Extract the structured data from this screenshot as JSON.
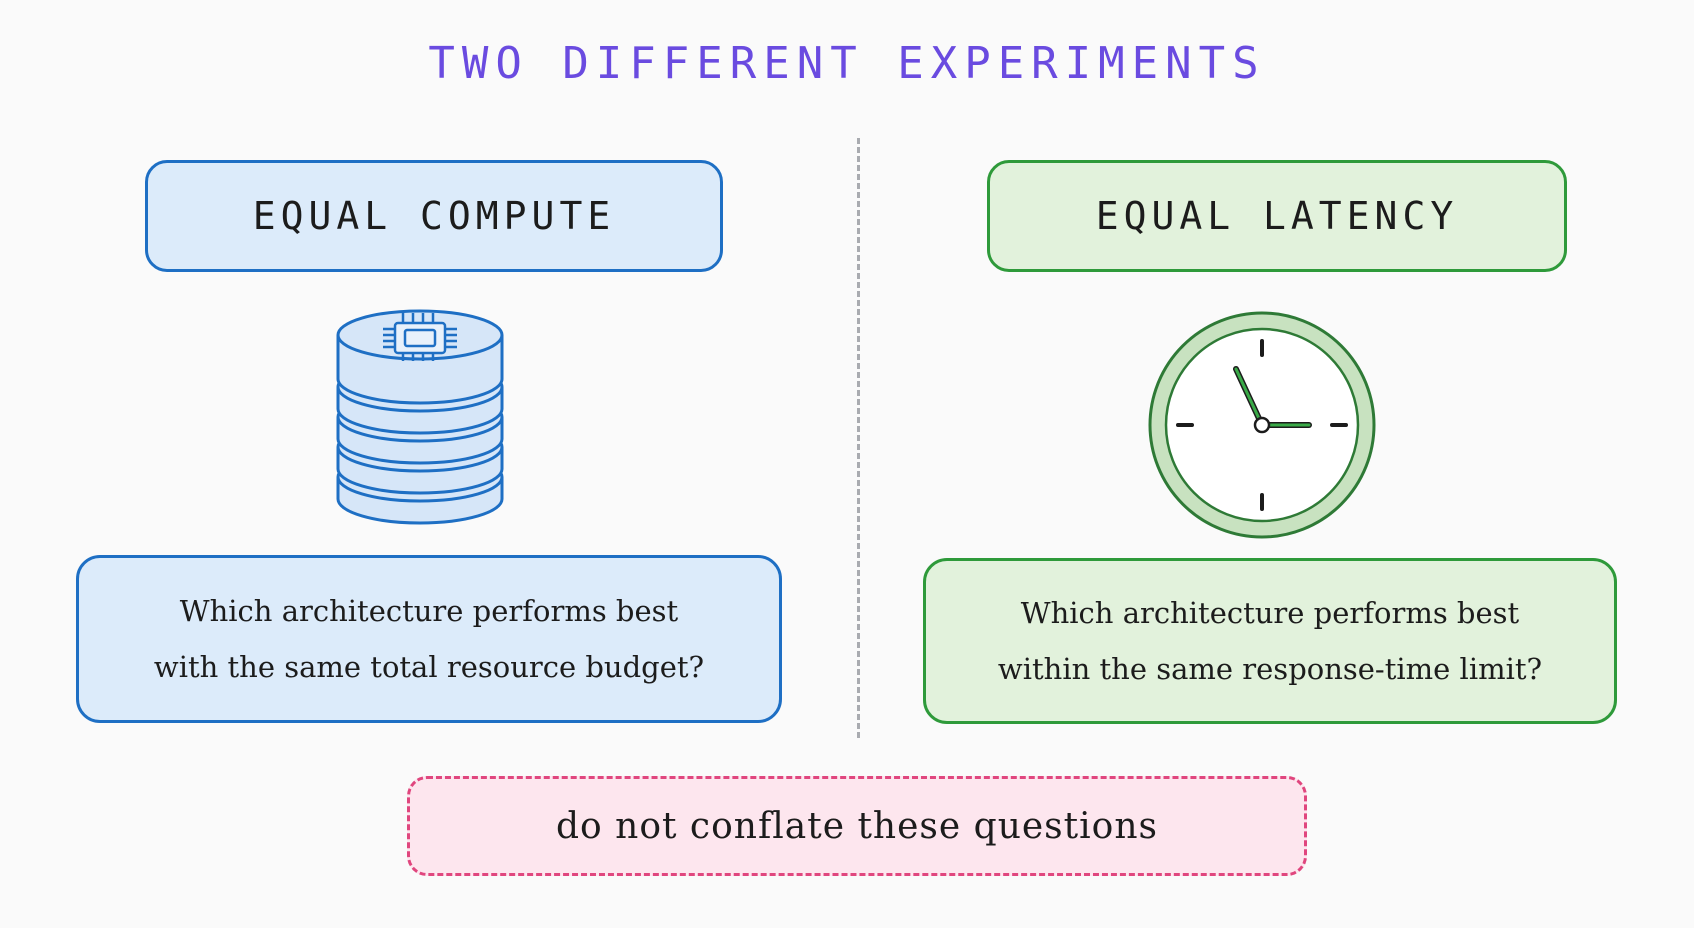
{
  "title": "TWO DIFFERENT EXPERIMENTS",
  "left": {
    "header": "EQUAL COMPUTE",
    "icon": "cpu-disk-stack-icon",
    "question_line1": "Which architecture performs best",
    "question_line2": "with the same total resource budget?"
  },
  "right": {
    "header": "EQUAL LATENCY",
    "icon": "clock-icon",
    "question_line1": "Which architecture performs best",
    "question_line2": "within the same response-time limit?"
  },
  "note": "do not conflate these questions",
  "colors": {
    "title": "#6a4be0",
    "blue_border": "#1e6fc4",
    "blue_fill": "#dcebfa",
    "green_border": "#2e9a3a",
    "green_fill": "#e2f2dc",
    "note_border": "#e0467e",
    "note_fill": "#fde6ee"
  }
}
